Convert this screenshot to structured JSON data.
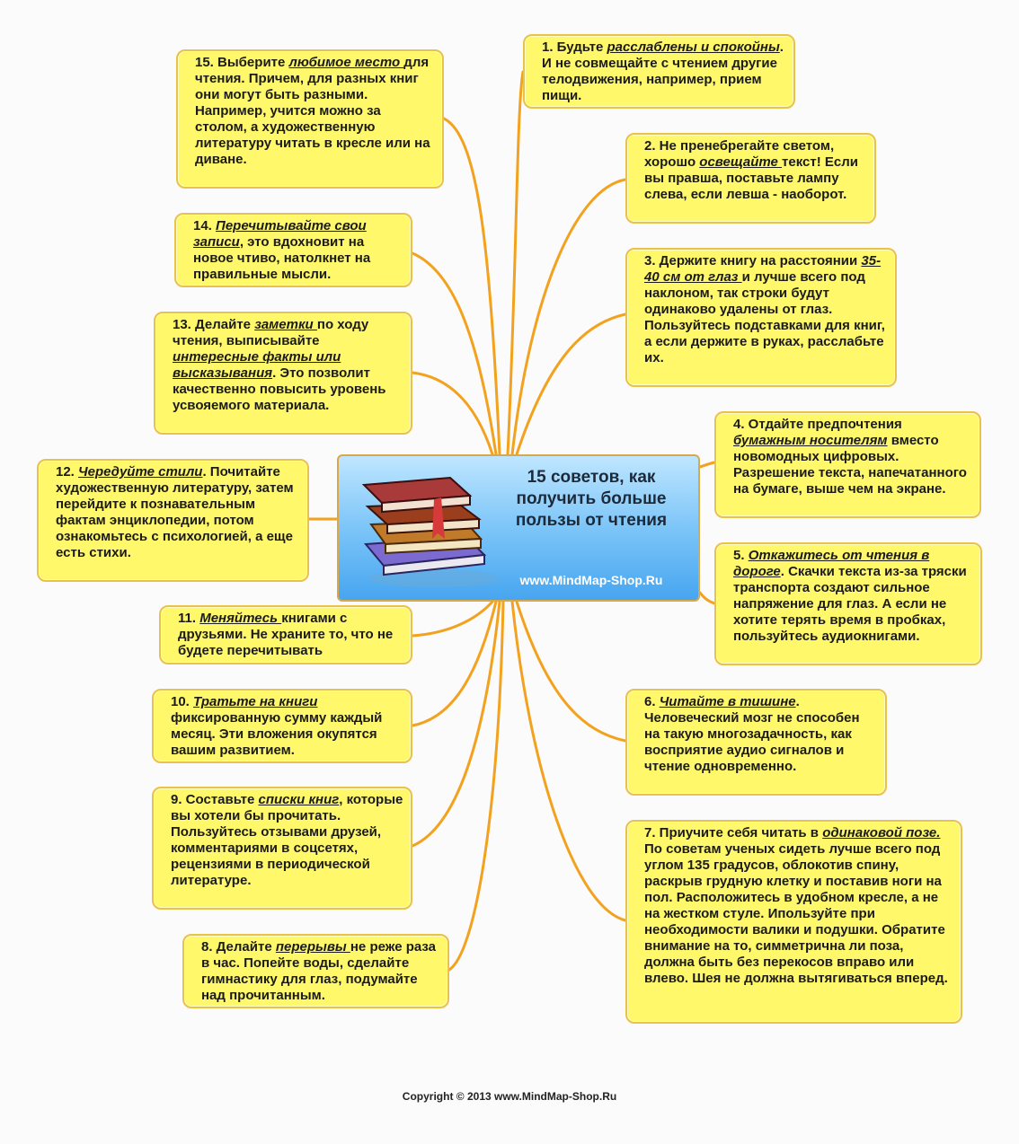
{
  "center": {
    "title": "15 советов, как получить больше пользы от чтения",
    "url": "www.MindMap-Shop.Ru"
  },
  "tips": [
    {
      "num": "1.",
      "pre": " Будьте ",
      "em": "расслаблены и спокойны",
      "post": ". И не совмещайте с чтением другие телодвижения, например, прием пищи."
    },
    {
      "num": "2.",
      "pre": " Не пренебрегайте светом, хорошо ",
      "em": "освещайте ",
      "post": "текст! Если вы правша, поставьте лампу слева, если левша - наоборот."
    },
    {
      "num": "3.",
      "pre": " Держите книгу на расстоянии ",
      "em": "35-40 см от глаз ",
      "post": "и лучше всего под наклоном, так строки будут одинаково удалены от глаз. Пользуйтесь подставками для книг, а если держите в руках, расслабьте их."
    },
    {
      "num": "4.",
      "pre": " Отдайте предпочтения ",
      "em": "бумажным носителям",
      "post": " вместо новомодных цифровых. Разрешение текста, напечатанного на бумаге, выше чем на экране."
    },
    {
      "num": "5.",
      "pre": " ",
      "em": "Откажитесь от чтения в дороге",
      "post": ". Скачки текста из-за тряски транспорта создают сильное напряжение для глаз. А если не хотите терять время в пробках, пользуйтесь аудиокнигами."
    },
    {
      "num": "6.",
      "pre": " ",
      "em": "Читайте в тишине",
      "post": ". Человеческий мозг не способен на такую многозадачность, как восприятие аудио сигналов и чтение одновременно."
    },
    {
      "num": "7.",
      "pre": " Приучите себя читать в ",
      "em": "одинаковой позе.",
      "post": " По советам ученых сидеть лучше всего под углом 135 градусов, облокотив спину, раскрыв грудную клетку и поставив ноги на пол. Расположитесь в удобном кресле, а не на жестком стуле. Ипользуйте при необходимости валики и подушки. Обратите внимание на то, симметрична ли поза, должна быть без перекосов вправо или влево. Шея не должна вытягиваться вперед."
    },
    {
      "num": "8.",
      "pre": " Делайте ",
      "em": "перерывы ",
      "post": "не реже раза в час. Попейте воды, сделайте гимнастику для глаз, подумайте над прочитанным."
    },
    {
      "num": "9.",
      "pre": " Составьте ",
      "em": "списки книг",
      "post": ", которые вы хотели бы прочитать. Пользуйтесь отзывами друзей, комментариями в соцсетях, рецензиями в периодической литературе."
    },
    {
      "num": "10.",
      "pre": " ",
      "em": "Тратьте на книги",
      "post": " фиксированную сумму каждый месяц. Эти вложения окупятся вашим развитием."
    },
    {
      "num": "11.",
      "pre": " ",
      "em": "Меняйтесь ",
      "post": "книгами с друзьями. Не храните то, что не будете перечитывать"
    },
    {
      "num": "12.",
      "pre": " ",
      "em": "Чередуйте стили",
      "post": ". Почитайте художественную литературу, затем перейдите к познавательным фактам энциклопедии, потом ознакомьтесь с психологией, а еще есть стихи."
    },
    {
      "num": "13.",
      "pre": " Делайте ",
      "em": "заметки ",
      "post": "по ходу чтения, выписывайте интересные факты или высказывания. Это позволит качественно повысить уровень усвояемого материала."
    },
    {
      "num": "14.",
      "pre": " ",
      "em": "Перечитывайте свои записи",
      "post": ", это вдохновит на новое чтиво, натолкнет на правильные мысли."
    },
    {
      "num": "15.",
      "pre": " Выберите ",
      "em": "любимое место ",
      "post": "для чтения. Причем, для разных книг они могут быть разными. Например, учится можно за столом, а художественную литературу читать в кресле или на диване."
    }
  ],
  "tip13_extra_em": "интересные факты или высказывания",
  "footer": "Copyright © 2013  www.MindMap-Shop.Ru",
  "colors": {
    "branch": "#f0a020",
    "box_fill": "#fff86a",
    "box_border": "#e9c24a"
  }
}
